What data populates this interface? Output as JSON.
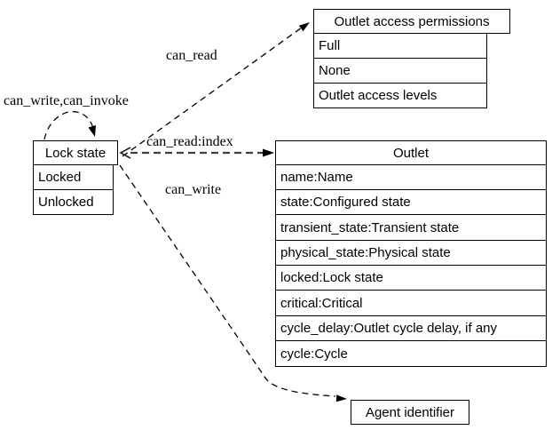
{
  "diagram": {
    "nodes": {
      "lock_state": {
        "title": "Lock state",
        "rows": [
          "Locked",
          "Unlocked"
        ]
      },
      "outlet_access_permissions": {
        "title": "Outlet access permissions",
        "rows": [
          "Full",
          "None",
          "Outlet access levels"
        ]
      },
      "outlet": {
        "title": "Outlet",
        "rows": [
          "name:Name",
          "state:Configured state",
          "transient_state:Transient state",
          "physical_state:Physical state",
          "locked:Lock state",
          "critical:Critical",
          "cycle_delay:Outlet cycle delay, if any",
          "cycle:Cycle"
        ]
      },
      "agent_identifier": {
        "title": "Agent identifier"
      }
    },
    "edge_labels": {
      "self_loop": "can_write,can_invoke",
      "read": "can_read",
      "read_index": "can_read:index",
      "write": "can_write"
    },
    "colors": {
      "background": "#ffffff",
      "line": "#000000",
      "double_edge": "#3f3f3f",
      "box_border": "#000000"
    }
  }
}
